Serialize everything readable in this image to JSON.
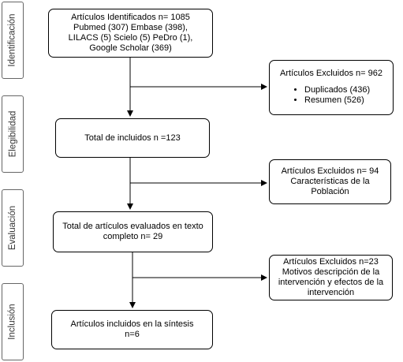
{
  "phases": {
    "identificacion": "Identificación",
    "elegibilidad": "Elegibilidad",
    "evaluacion": "Evaluación",
    "inclusion": "Inclusión"
  },
  "boxes": {
    "identified": {
      "lines": [
        "Artículos Identificados n= 1085",
        "Pubmed (307) Embase  (398),",
        "LILACS (5) Scielo (5) PeDro (1),",
        "Google Scholar (369)"
      ]
    },
    "excluded_1": {
      "title": "Artículos Excluidos  n= 962",
      "items": [
        "Duplicados (436)",
        "Resumen (526)"
      ]
    },
    "included_total": {
      "lines": [
        "Total de incluidos n =123"
      ]
    },
    "excluded_2": {
      "lines": [
        "Artículos Excluidos n= 94",
        "Características de la",
        "Población"
      ]
    },
    "evaluated": {
      "lines": [
        "Total de artículos evaluados en texto",
        "completo n= 29"
      ]
    },
    "excluded_3": {
      "lines": [
        "Artículos Excluidos n=23",
        "Motivos   descripción de la",
        "intervención  y efectos de la",
        "intervención"
      ]
    },
    "final": {
      "lines": [
        "Artículos incluidos en la síntesis",
        "n=6"
      ]
    }
  }
}
